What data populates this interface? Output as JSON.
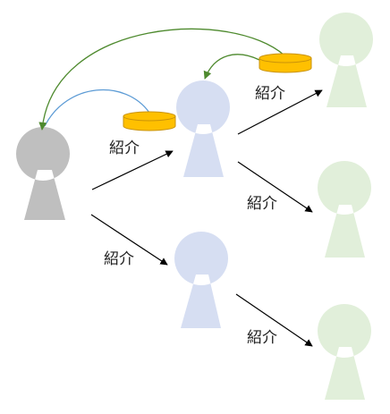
{
  "diagram": {
    "label_text": "紹介",
    "colors": {
      "root_person": "#BFBFBF",
      "level1_person": "#D6DEF2",
      "level2_person": "#E1EFDA",
      "coin_fill": "#FFC000",
      "coin_edge": "#C9930A",
      "reward_arrow_a": "#5C9BD5",
      "reward_arrow_b": "#4E8A2E",
      "referral_arrow": "#000000"
    },
    "people": [
      {
        "id": "root",
        "level": 0
      },
      {
        "id": "top-referral",
        "level": 1
      },
      {
        "id": "bottom-referral",
        "level": 1
      },
      {
        "id": "top-top",
        "level": 2
      },
      {
        "id": "top-bottom",
        "level": 2
      },
      {
        "id": "bottom-bottom",
        "level": 2
      }
    ]
  }
}
